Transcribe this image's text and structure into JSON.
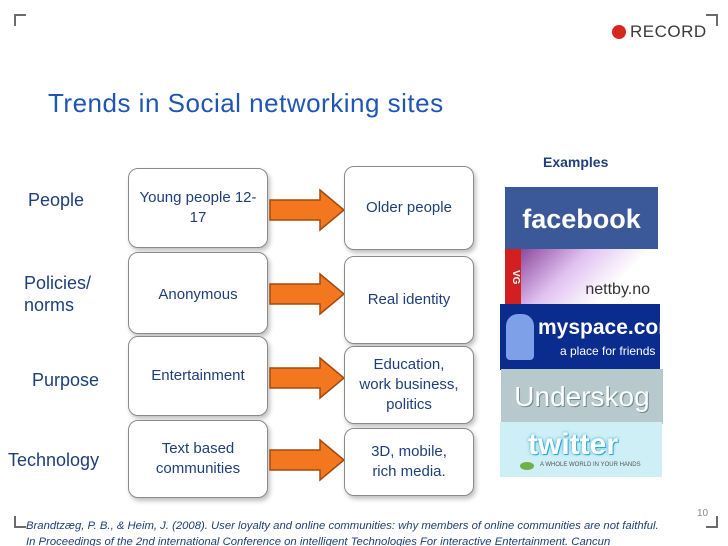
{
  "brand": {
    "logo_text": "RECORD",
    "logo_color": "#d7261e"
  },
  "title": "Trends in Social networking sites",
  "examples_label": "Examples",
  "rows": [
    {
      "label": "People",
      "from": "Young people 12-17",
      "to": "Older people"
    },
    {
      "label": "Policies/ norms",
      "from": "Anonymous",
      "to": "Real identity"
    },
    {
      "label": "Purpose",
      "from": "Entertainment",
      "to": "Education, work business, politics"
    },
    {
      "label": "Technology",
      "from": "Text based communities",
      "to": "3D, mobile, rich media."
    }
  ],
  "example_logos": [
    {
      "icon": "facebook-logo",
      "text": "facebook"
    },
    {
      "icon": "nettby-logo",
      "text": "nettby.no",
      "badge": "VG"
    },
    {
      "icon": "myspace-logo",
      "text": "myspace.com",
      "subtext": "a place for friends"
    },
    {
      "icon": "underskog-logo",
      "text": "Underskog"
    },
    {
      "icon": "twitter-logo",
      "text": "twitter",
      "tagline": "A WHOLE WORLD IN YOUR HANDS"
    }
  ],
  "colors": {
    "title": "#1f55b5",
    "text": "#1f3f7a",
    "arrow_fill": "#f2771e",
    "arrow_stroke": "#a34a0f"
  },
  "page_number": "10",
  "citation": {
    "line1": "Brandtzæg, P. B., & Heim, J. (2008). User loyalty and online communities: why members of online communities are not faithful.",
    "line2": "In Proceedings of the 2nd international Conference on intelligent Technologies For interactive Entertainment. Cancun"
  }
}
